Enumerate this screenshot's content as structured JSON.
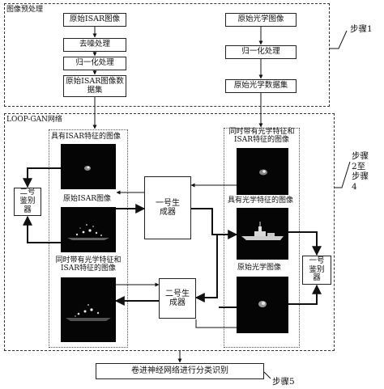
{
  "preprocess": {
    "title": "图像预处理",
    "isar_original": "原始ISAR图像",
    "denoise": "去噪处理",
    "normalize_left": "归一化处理",
    "isar_dataset": "原始ISAR图像数据集",
    "optical_original": "原始光学图像",
    "normalize_right": "归一化处理",
    "optical_dataset": "原始光学数据集"
  },
  "loop_gan": {
    "title": "LOOP-GAN网络",
    "left_top_caption": "具有ISAR特征的图像",
    "left_mid_caption": "原始ISAR图像",
    "left_bottom_caption": "同时带有光学特征和ISAR特征的图像",
    "right_top_caption": "同时带有光学特征和ISAR特征的图像",
    "right_mid_caption": "具有光学特征的图像",
    "right_bottom_caption": "原始光学图像",
    "generator_one": "一号生成器",
    "generator_two": "二号生成器",
    "discriminator_two": "二号鉴别器",
    "discriminator_one": "一号鉴别器"
  },
  "classify": {
    "label": "卷进神经网络进行分类识别"
  },
  "steps": {
    "step1": "步骤1",
    "step2_4": "步骤2至步骤4",
    "step5": "步骤5"
  }
}
